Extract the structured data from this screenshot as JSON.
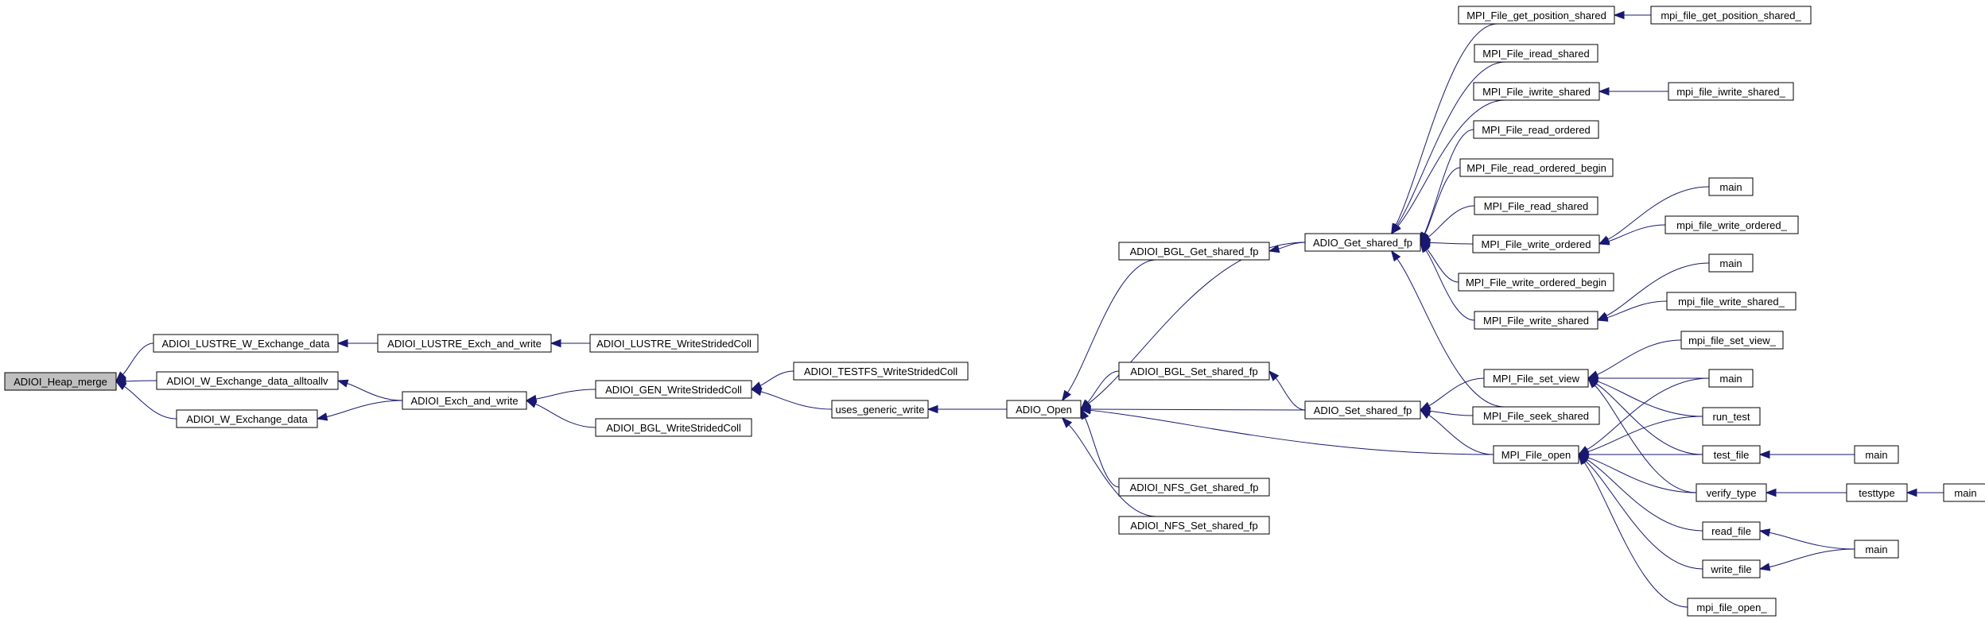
{
  "nodes": {
    "heap_merge": "ADIOI_Heap_merge",
    "lustre_w_exchange": "ADIOI_LUSTRE_W_Exchange_data",
    "w_exchange_alltoallv": "ADIOI_W_Exchange_data_alltoallv",
    "w_exchange": "ADIOI_W_Exchange_data",
    "lustre_exch_write": "ADIOI_LUSTRE_Exch_and_write",
    "lustre_write_strided": "ADIOI_LUSTRE_WriteStridedColl",
    "exch_and_write": "ADIOI_Exch_and_write",
    "gen_write_strided": "ADIOI_GEN_WriteStridedColl",
    "bgl_write_strided": "ADIOI_BGL_WriteStridedColl",
    "testfs_write_strided": "ADIOI_TESTFS_WriteStridedColl",
    "uses_generic_write": "uses_generic_write",
    "adio_open": "ADIO_Open",
    "bgl_get_shared_fp": "ADIOI_BGL_Get_shared_fp",
    "bgl_set_shared_fp": "ADIOI_BGL_Set_shared_fp",
    "nfs_get_shared_fp": "ADIOI_NFS_Get_shared_fp",
    "nfs_set_shared_fp": "ADIOI_NFS_Set_shared_fp",
    "adio_get_shared_fp": "ADIO_Get_shared_fp",
    "adio_set_shared_fp": "ADIO_Set_shared_fp",
    "mpi_get_position_shared": "MPI_File_get_position_shared",
    "mpi_iread_shared": "MPI_File_iread_shared",
    "mpi_iwrite_shared": "MPI_File_iwrite_shared",
    "mpi_read_ordered": "MPI_File_read_ordered",
    "mpi_read_ordered_begin": "MPI_File_read_ordered_begin",
    "mpi_read_shared": "MPI_File_read_shared",
    "mpi_write_ordered": "MPI_File_write_ordered",
    "mpi_write_ordered_begin": "MPI_File_write_ordered_begin",
    "mpi_write_shared": "MPI_File_write_shared",
    "mpi_set_view": "MPI_File_set_view",
    "mpi_seek_shared": "MPI_File_seek_shared",
    "mpi_file_open": "MPI_File_open",
    "f_get_position_shared": "mpi_file_get_position_shared_",
    "f_iwrite_shared": "mpi_file_iwrite_shared_",
    "main_a": "main",
    "f_write_ordered": "mpi_file_write_ordered_",
    "main_b": "main",
    "f_write_shared": "mpi_file_write_shared_",
    "f_set_view": "mpi_file_set_view_",
    "main_c": "main",
    "run_test": "run_test",
    "test_file": "test_file",
    "verify_type": "verify_type",
    "read_file": "read_file",
    "write_file": "write_file",
    "f_file_open": "mpi_file_open_",
    "main_d": "main",
    "testtype": "testtype",
    "main_e": "main",
    "main_f": "main"
  },
  "colors": {
    "edge": "#191970",
    "root_fill": "#bfbfbf",
    "node_fill": "#ffffff",
    "node_stroke": "#000000"
  }
}
